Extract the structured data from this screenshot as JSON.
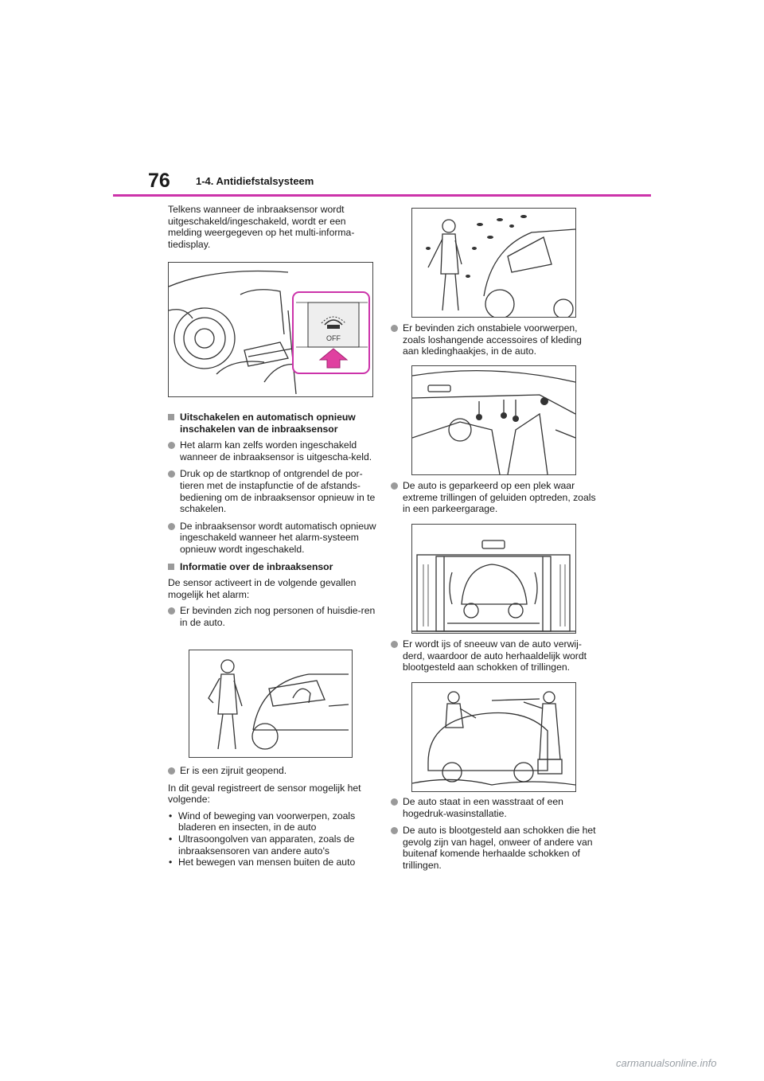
{
  "header": {
    "page_number": "76",
    "section_title": "1-4. Antidiefstalsysteem"
  },
  "left": {
    "intro": "Telkens wanneer de inbraaksensor wordt uitgeschakeld/ingeschakeld, wordt er een melding weergegeven op het multi-informa-tiedisplay.",
    "fig1_button_label": "OFF",
    "heading1": "Uitschakelen en automatisch opnieuw inschakelen van de inbraaksensor",
    "bullets1": [
      "Het alarm kan zelfs worden ingeschakeld wanneer de inbraaksensor is uitgescha-keld.",
      "Druk op de startknop of ontgrendel de por-tieren met de instapfunctie of de afstands-bediening om de inbraaksensor opnieuw in te schakelen.",
      "De inbraaksensor wordt automatisch opnieuw ingeschakeld wanneer het alarm-systeem opnieuw wordt ingeschakeld."
    ],
    "heading2": "Informatie over de inbraaksensor",
    "para2": "De sensor activeert in de volgende gevallen mogelijk het alarm:",
    "bullet_persons": "Er bevinden zich nog personen of huisdie-ren in de auto.",
    "bullet_window": "Er is een zijruit geopend.",
    "para3": "In dit geval registreert de sensor mogelijk het volgende:",
    "dash_items": [
      "Wind of beweging van voorwerpen, zoals bladeren en insecten, in de auto",
      "Ultrasoongolven van apparaten, zoals de inbraaksensoren van andere auto's",
      "Het bewegen van mensen buiten de auto"
    ]
  },
  "right": {
    "bullet_objects": "Er bevinden zich onstabiele voorwerpen, zoals loshangende accessoires of kleding aan kledinghaakjes, in de auto.",
    "bullet_parked": "De auto is geparkeerd op een plek waar extreme trillingen of geluiden optreden, zoals in een parkeergarage.",
    "bullet_snow": "Er wordt ijs of sneeuw van de auto verwij-derd, waardoor de auto herhaaldelijk wordt blootgesteld aan schokken of trillingen.",
    "bullet_wash": "De auto staat in een wasstraat of een hogedruk-wasinstallatie.",
    "bullet_hail": "De auto is blootgesteld aan schokken die het gevolg zijn van hagel, onweer of andere van buitenaf komende herhaalde schokken of trillingen."
  },
  "footer": {
    "watermark": "carmanualsonline.info"
  },
  "colors": {
    "accent": "#cc33aa",
    "bullet": "#9a9a9a",
    "arrow": "#e040a0"
  }
}
